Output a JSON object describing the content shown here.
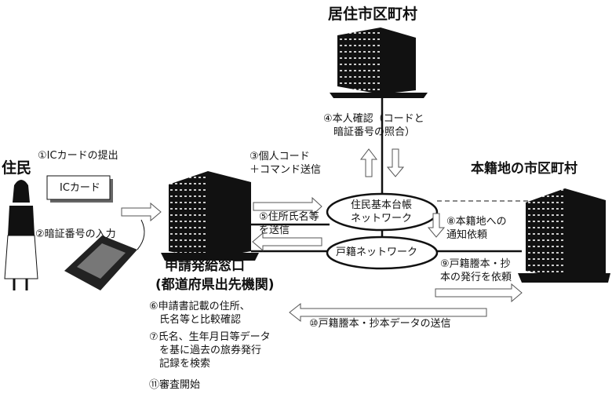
{
  "title_municipality": "居住市区町村",
  "title_resident": "住民",
  "title_honseki": "本籍地の市区町村",
  "office_name": "申請発給窓口",
  "office_sub": "(都道府県出先機関)",
  "ic_card_label": "ICカード",
  "net_juki_line1": "住民基本台帳",
  "net_juki_line2": "ネットワーク",
  "net_koseki": "戸籍ネットワーク",
  "steps": {
    "s1": "①ICカードの提出",
    "s2": "②暗証番号の入力",
    "s3": "③個人コード\n＋コマンド送信",
    "s4": "④本人確認（コードと\n　暗証番号の照合）",
    "s5": "⑤住所氏名等\nを送信",
    "s6": "⑥申請書記載の住所、\n　氏名等と比較確認",
    "s7": "⑦氏名、生年月日等データ\n　を基に過去の旅券発行\n　記録を検索",
    "s8": "⑧本籍地への\n通知依頼",
    "s9": "⑨戸籍謄本・抄\n本の発行を依頼",
    "s10": "⑩戸籍謄本・抄本データの送信",
    "s11": "⑪審査開始"
  }
}
